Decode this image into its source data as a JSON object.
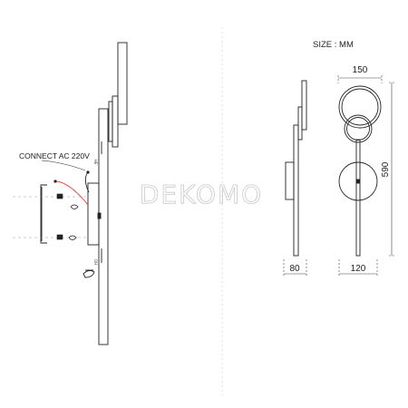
{
  "labels": {
    "size_unit": "SIZE : MM",
    "connect": "CONNECT AC 220V",
    "watermark": "DEKOMO",
    "small_mark_1": "HE",
    "small_mark_2": "OH"
  },
  "dimensions": {
    "top_width": "150",
    "height": "590",
    "depth": "80",
    "base_width": "120"
  },
  "colors": {
    "line": "#222222",
    "wire": "#d64a3a",
    "dash": "#9a9a9a",
    "watermark": "#c9c9c9"
  }
}
